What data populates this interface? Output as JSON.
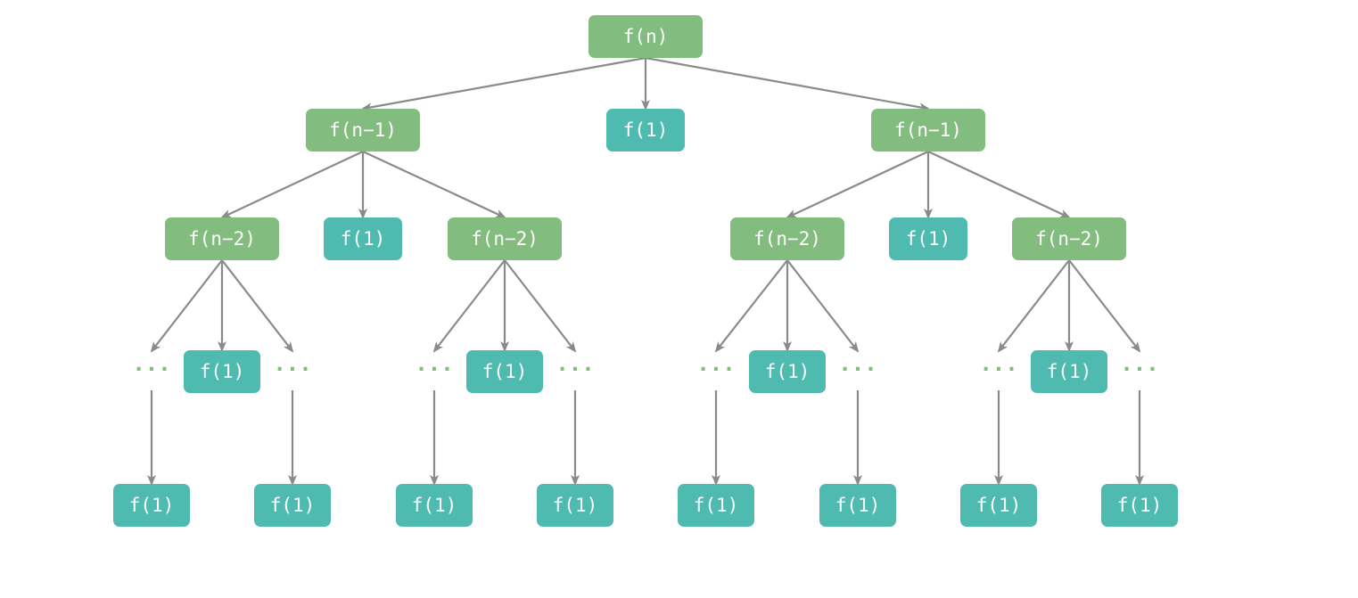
{
  "colors": {
    "recursive_node": "#82bc7f",
    "base_node": "#4fbbb0",
    "edge": "#8a8a8a",
    "ellipsis": "#82bc7f",
    "label": "#ffffff"
  },
  "labels": {
    "root": "f(n)",
    "level1_recursive": "f(n−1)",
    "level2_recursive": "f(n−2)",
    "base": "f(1)",
    "ellipsis": "···"
  },
  "nodes": [
    {
      "id": "root",
      "kind": "recursive",
      "label": "root"
    },
    {
      "id": "l1a",
      "kind": "recursive",
      "label": "level1_recursive"
    },
    {
      "id": "l1b",
      "kind": "base",
      "label": "base"
    },
    {
      "id": "l1c",
      "kind": "recursive",
      "label": "level1_recursive"
    },
    {
      "id": "l2a",
      "kind": "recursive",
      "label": "level2_recursive"
    },
    {
      "id": "l2b",
      "kind": "base",
      "label": "base"
    },
    {
      "id": "l2c",
      "kind": "recursive",
      "label": "level2_recursive"
    },
    {
      "id": "l2d",
      "kind": "recursive",
      "label": "level2_recursive"
    },
    {
      "id": "l2e",
      "kind": "base",
      "label": "base"
    },
    {
      "id": "l2f",
      "kind": "recursive",
      "label": "level2_recursive"
    },
    {
      "id": "e1",
      "kind": "ellipsis",
      "label": "ellipsis"
    },
    {
      "id": "b1",
      "kind": "base",
      "label": "base"
    },
    {
      "id": "e2",
      "kind": "ellipsis",
      "label": "ellipsis"
    },
    {
      "id": "e3",
      "kind": "ellipsis",
      "label": "ellipsis"
    },
    {
      "id": "b2",
      "kind": "base",
      "label": "base"
    },
    {
      "id": "e4",
      "kind": "ellipsis",
      "label": "ellipsis"
    },
    {
      "id": "e5",
      "kind": "ellipsis",
      "label": "ellipsis"
    },
    {
      "id": "b3",
      "kind": "base",
      "label": "base"
    },
    {
      "id": "e6",
      "kind": "ellipsis",
      "label": "ellipsis"
    },
    {
      "id": "e7",
      "kind": "ellipsis",
      "label": "ellipsis"
    },
    {
      "id": "b4",
      "kind": "base",
      "label": "base"
    },
    {
      "id": "e8",
      "kind": "ellipsis",
      "label": "ellipsis"
    },
    {
      "id": "f1",
      "kind": "base",
      "label": "base"
    },
    {
      "id": "f2",
      "kind": "base",
      "label": "base"
    },
    {
      "id": "f3",
      "kind": "base",
      "label": "base"
    },
    {
      "id": "f4",
      "kind": "base",
      "label": "base"
    },
    {
      "id": "f5",
      "kind": "base",
      "label": "base"
    },
    {
      "id": "f6",
      "kind": "base",
      "label": "base"
    },
    {
      "id": "f7",
      "kind": "base",
      "label": "base"
    },
    {
      "id": "f8",
      "kind": "base",
      "label": "base"
    }
  ],
  "edges": [
    [
      "root",
      "l1a"
    ],
    [
      "root",
      "l1b"
    ],
    [
      "root",
      "l1c"
    ],
    [
      "l1a",
      "l2a"
    ],
    [
      "l1a",
      "l2b"
    ],
    [
      "l1a",
      "l2c"
    ],
    [
      "l1c",
      "l2d"
    ],
    [
      "l1c",
      "l2e"
    ],
    [
      "l1c",
      "l2f"
    ],
    [
      "l2a",
      "e1"
    ],
    [
      "l2a",
      "b1"
    ],
    [
      "l2a",
      "e2"
    ],
    [
      "l2c",
      "e3"
    ],
    [
      "l2c",
      "b2"
    ],
    [
      "l2c",
      "e4"
    ],
    [
      "l2d",
      "e5"
    ],
    [
      "l2d",
      "b3"
    ],
    [
      "l2d",
      "e6"
    ],
    [
      "l2f",
      "e7"
    ],
    [
      "l2f",
      "b4"
    ],
    [
      "l2f",
      "e8"
    ],
    [
      "e1",
      "f1"
    ],
    [
      "e2",
      "f2"
    ],
    [
      "e3",
      "f3"
    ],
    [
      "e4",
      "f4"
    ],
    [
      "e5",
      "f5"
    ],
    [
      "e6",
      "f6"
    ],
    [
      "e7",
      "f7"
    ],
    [
      "e8",
      "f8"
    ]
  ]
}
